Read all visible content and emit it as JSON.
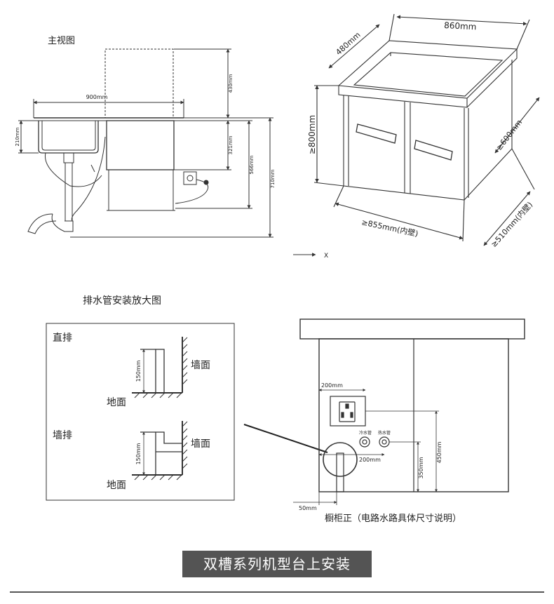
{
  "front_view": {
    "title": "主视图",
    "dim_width": "900mm",
    "dim_sink_depth": "210mm",
    "dim_top_height": "430mm",
    "dim_middle": "321mm",
    "dim_566": "566mm",
    "dim_710": "710mm"
  },
  "cabinet_3d": {
    "dim_depth_top": "480mm",
    "dim_width_top": "860mm",
    "dim_height": "≥800mm",
    "dim_side": "≥600mm",
    "dim_inner_width": "≥855mm(内壁)",
    "dim_inner_depth": "≥510mm(内壁)",
    "axis_label": "X"
  },
  "drain": {
    "title": "排水管安装放大图",
    "straight_label": "直排",
    "wall_label_1": "墙面",
    "floor_label_1": "地面",
    "dim_1": "150mm",
    "wall_drain_label": "墙排",
    "wall_label_2": "墙面",
    "floor_label_2": "地面",
    "dim_2": "150mm"
  },
  "cabinet_front": {
    "dim_socket_width": "200mm",
    "cold_pipe": "冷水管",
    "hot_pipe": "热水管",
    "dim_pipe_spacing": "200mm",
    "dim_350": "350mm",
    "dim_450": "450mm",
    "dim_50": "50mm",
    "caption": "橱柜正（电路水路具体尺寸说明）"
  },
  "banner": "双槽系列机型台上安装"
}
